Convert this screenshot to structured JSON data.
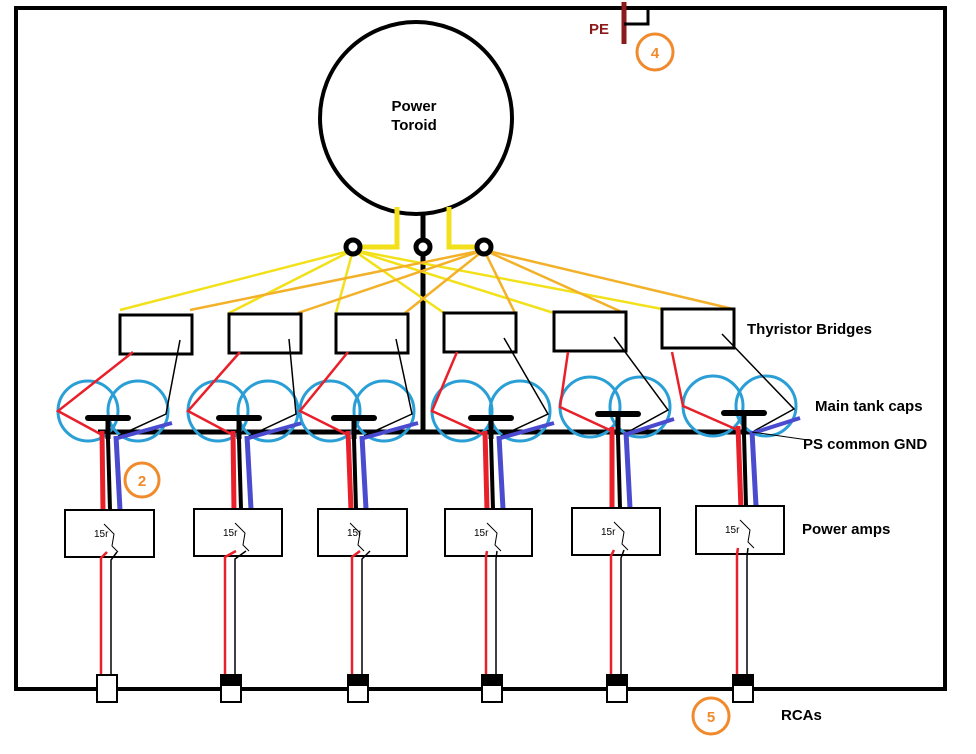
{
  "labels": {
    "toroid_line1": "Power",
    "toroid_line2": "Toroid",
    "thyristor": "Thyristor Bridges",
    "caps": "Main tank caps",
    "gnd": "PS common GND",
    "amps": "Power amps",
    "rcas": "RCAs",
    "pe": "PE",
    "amp_text": "15r"
  },
  "badges": [
    "2",
    "4",
    "5"
  ],
  "colors": {
    "frame": "#000000",
    "wire_red": "#e8202a",
    "wire_blue": "#4b4bd0",
    "wire_yellow": "#f2e11a",
    "wire_orange": "#f3b12a",
    "cap_ring": "#2a9fd6",
    "pe": "#8b1a1a",
    "badge": "#f08a2c"
  }
}
